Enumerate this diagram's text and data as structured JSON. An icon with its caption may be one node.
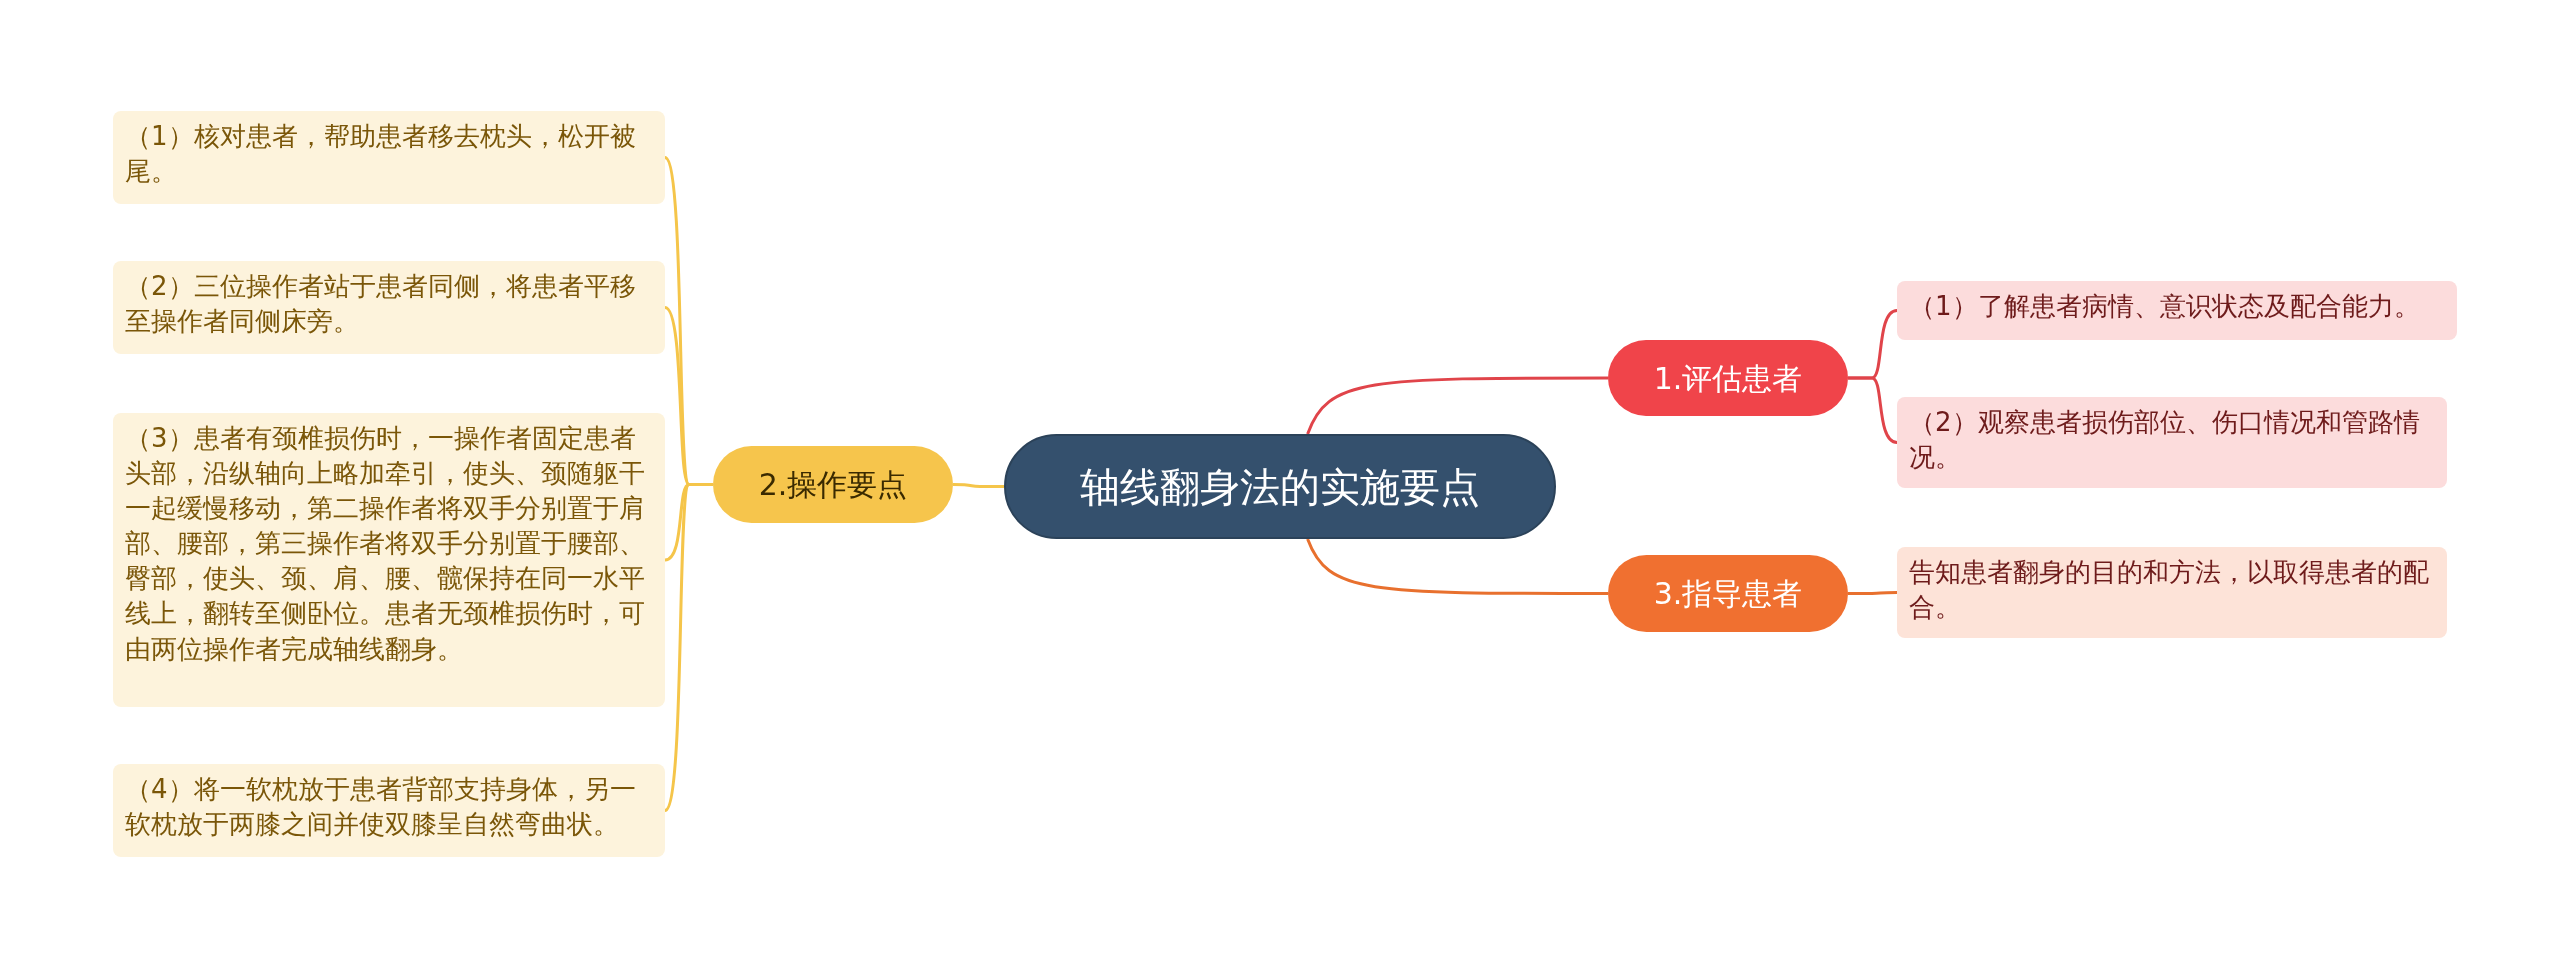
{
  "diagram": {
    "nodes": [
      {
        "text": [
          "轴线翻身法的实施要点"
        ]
      },
      {
        "text": [
          "1.评估患者"
        ]
      },
      {
        "text": [
          "（1）了解患者病情、意识状态及配合能力。"
        ]
      },
      {
        "text": [
          "（2）观察患者损伤部位、伤口情况和管路情况。"
        ]
      },
      {
        "text": [
          "2.操作要点"
        ]
      },
      {
        "text": [
          "（1）核对患者，帮助患者移去枕头，松开被尾。"
        ]
      },
      {
        "text": [
          "（2）三位操作者站于患者同侧，将患者平移至操作者同侧床旁。"
        ]
      },
      {
        "text": [
          "（3）患者有颈椎损伤时，一操作者固定患者头部，沿纵轴向上略加牵引，使头、颈随躯干一起缓慢移动，第二操作者将双手分别置于肩部、腰部，第三操作者将双手分别置于腰部、臀部，使头、颈、肩、腰、髋保持在同一水平线上，翻转至侧卧位。患者无颈椎损伤时，可由两位操作者完成轴线翻身。"
        ]
      },
      {
        "text": [
          "（4）将一软枕放于患者背部支持身体，另一软枕放于两膝之间并使双膝呈自然弯曲状。"
        ]
      },
      {
        "text": [
          "3.指导患者"
        ]
      },
      {
        "text": [
          "告知患者翻身的目的和方法，以取得患者的配合。"
        ]
      }
    ],
    "edges": [
      {
        "from": 0,
        "to": 1,
        "arrow": "none",
        "color": "#e0444a"
      },
      {
        "from": 1,
        "to": 2,
        "arrow": "none",
        "color": "#e0444a"
      },
      {
        "from": 1,
        "to": 3,
        "arrow": "none",
        "color": "#e0444a"
      },
      {
        "from": 0,
        "to": 4,
        "arrow": "none",
        "color": "#f5c54a"
      },
      {
        "from": 4,
        "to": 5,
        "arrow": "none",
        "color": "#f5c54a"
      },
      {
        "from": 4,
        "to": 6,
        "arrow": "none",
        "color": "#f5c54a"
      },
      {
        "from": 4,
        "to": 7,
        "arrow": "none",
        "color": "#f5c54a"
      },
      {
        "from": 4,
        "to": 8,
        "arrow": "none",
        "color": "#f5c54a"
      },
      {
        "from": 0,
        "to": 9,
        "arrow": "none",
        "color": "#e8702e"
      },
      {
        "from": 9,
        "to": 10,
        "arrow": "none",
        "color": "#e8702e"
      }
    ]
  }
}
